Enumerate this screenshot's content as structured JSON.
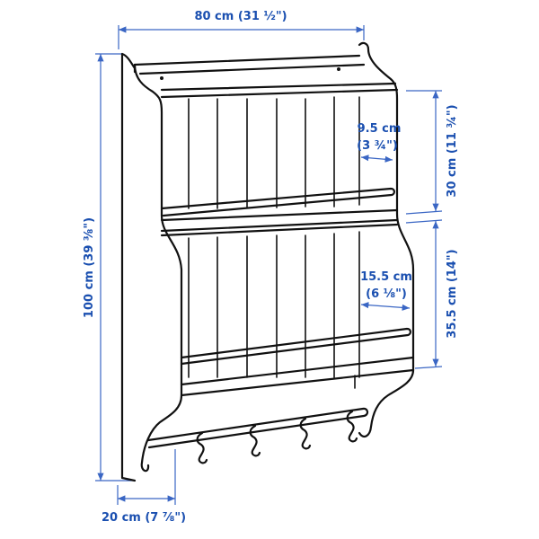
{
  "dimensions": {
    "width": "80 cm (31 ½\")",
    "height": "100 cm (39 ⅜\")",
    "depth": "20 cm (7 ⅞\")",
    "upper_shelf_depth_cm": "9.5 cm",
    "upper_shelf_depth_in": "(3 ¾\")",
    "upper_section_height": "30 cm (11 ¾\")",
    "lower_shelf_depth_cm": "15.5 cm",
    "lower_shelf_depth_in": "(6 ⅛\")",
    "lower_section_height": "35.5 cm (14\")"
  },
  "colors": {
    "dimension": "#1a4fb0",
    "outline": "#111111"
  }
}
